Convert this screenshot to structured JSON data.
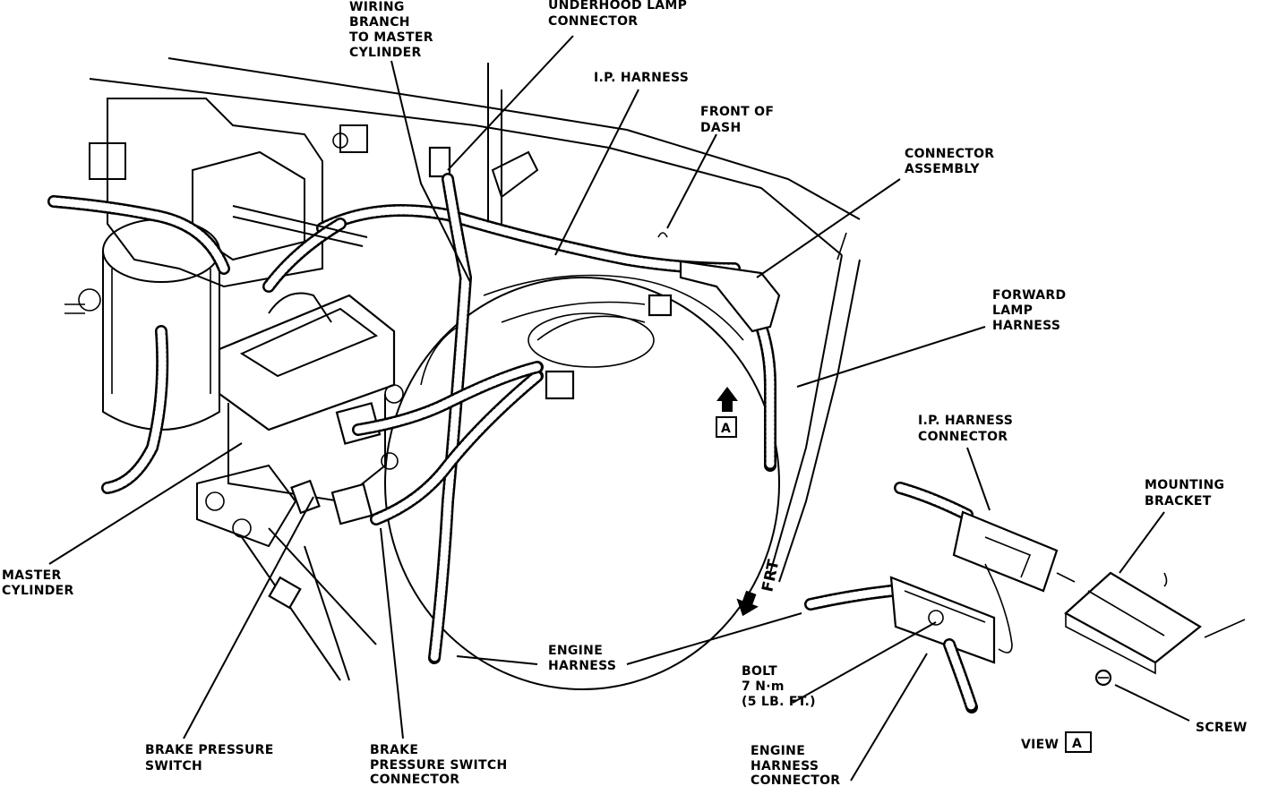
{
  "labels": {
    "wiring_branch": [
      "WIRING",
      "BRANCH",
      "TO MASTER",
      "CYLINDER"
    ],
    "underhood_lamp": [
      "UNDERHOOD LAMP",
      "CONNECTOR"
    ],
    "ip_harness": [
      "I.P. HARNESS"
    ],
    "front_of_dash": [
      "FRONT OF",
      "DASH"
    ],
    "connector_assembly": [
      "CONNECTOR",
      "ASSEMBLY"
    ],
    "forward_lamp": [
      "FORWARD",
      "LAMP",
      "HARNESS"
    ],
    "ip_harness_connector": [
      "I.P. HARNESS",
      "CONNECTOR"
    ],
    "mounting_bracket": [
      "MOUNTING",
      "BRACKET"
    ],
    "master_cylinder": [
      "MASTER",
      "CYLINDER"
    ],
    "engine_harness": [
      "ENGINE",
      "HARNESS"
    ],
    "bolt": [
      "BOLT",
      "7 N·m",
      "(5 LB. FT.)"
    ],
    "screw": [
      "SCREW"
    ],
    "brake_pressure_switch": [
      "BRAKE PRESSURE",
      "SWITCH"
    ],
    "brake_pressure_switch_connector": [
      "BRAKE",
      "PRESSURE SWITCH",
      "CONNECTOR"
    ],
    "engine_harness_connector": [
      "ENGINE",
      "HARNESS",
      "CONNECTOR"
    ],
    "view": "VIEW",
    "view_box": "A",
    "frt": "FRT"
  },
  "icons": {
    "view_marker": "boxed-letter-A",
    "front_arrow": "arrow-left-filled",
    "view_arrow": "arrow-up-filled"
  }
}
